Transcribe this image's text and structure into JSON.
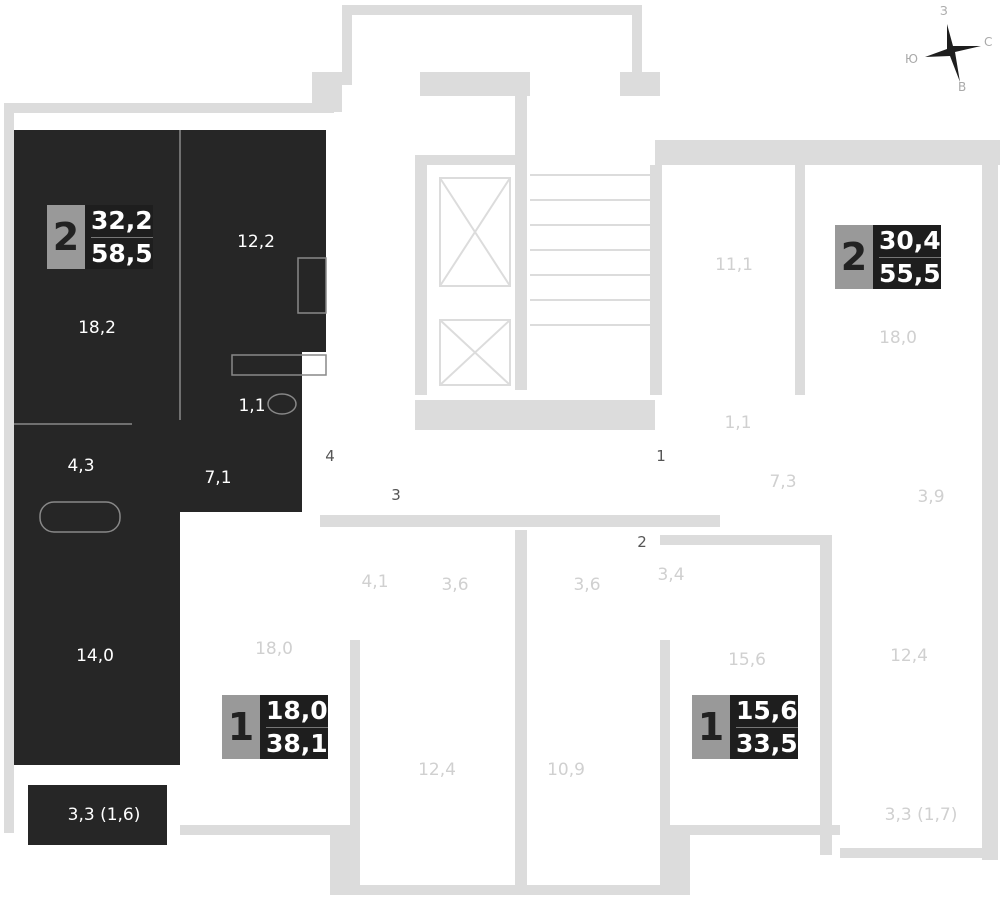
{
  "apartments": [
    {
      "rooms": "2",
      "living_area": "32,2",
      "total_area": "58,5",
      "highlighted": true
    },
    {
      "rooms": "2",
      "living_area": "30,4",
      "total_area": "55,5",
      "highlighted": false
    },
    {
      "rooms": "1",
      "living_area": "18,0",
      "total_area": "38,1",
      "highlighted": false
    },
    {
      "rooms": "1",
      "living_area": "15,6",
      "total_area": "33,5",
      "highlighted": false
    }
  ],
  "rooms_highlighted": [
    "18,2",
    "12,2",
    "1,1",
    "4,3",
    "7,1",
    "14,0",
    "3,3 (1,6)"
  ],
  "rooms_other": [
    "11,1",
    "18,0",
    "1,1",
    "7,3",
    "3,9",
    "12,4",
    "3,3 (1,7)",
    "15,6",
    "3,4",
    "3,6",
    "3,6",
    "4,1",
    "18,0",
    "12,4",
    "10,9"
  ],
  "hall_numbers": [
    "1",
    "2",
    "3",
    "4"
  ],
  "compass": {
    "north": "З",
    "east": "С",
    "south": "В",
    "west": "Ю"
  },
  "colors": {
    "highlight": "#262626",
    "wall": "#dcdcdc",
    "badge_rooms": "#999999"
  }
}
